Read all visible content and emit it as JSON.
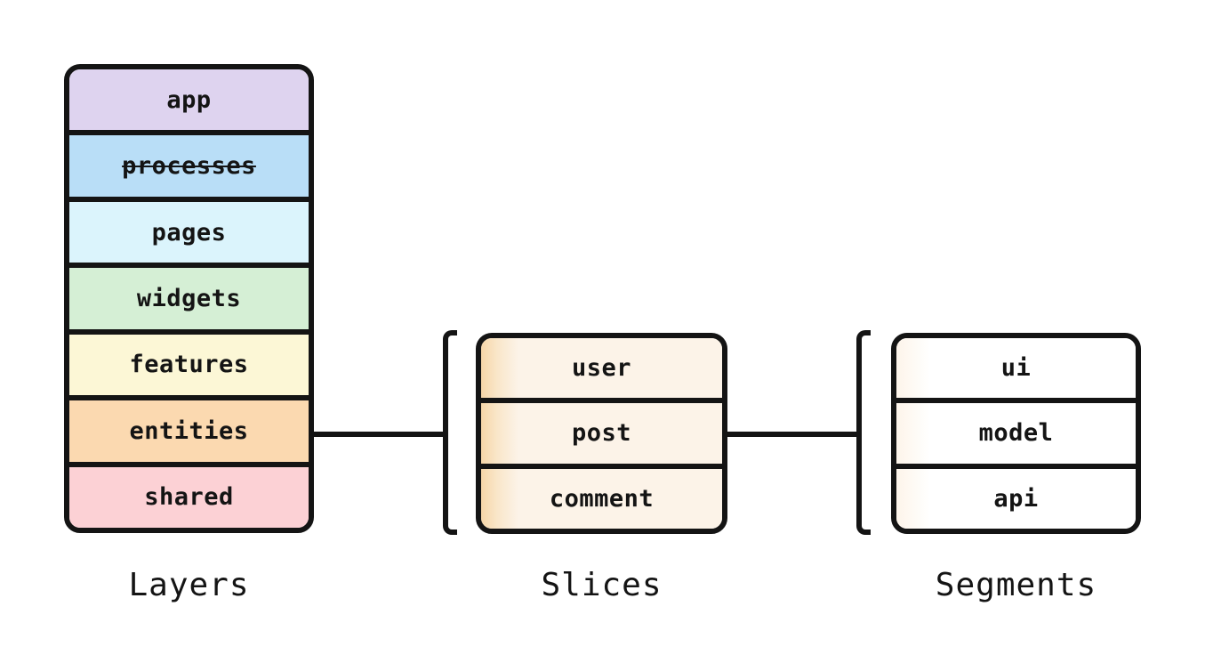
{
  "palette": {
    "ink": "#141414",
    "background": "#ffffff",
    "layer_app": "#ded3ef",
    "layer_processes": "#b9def7",
    "layer_pages": "#dbf4fc",
    "layer_widgets": "#d5efd5",
    "layer_features": "#fcf7d6",
    "layer_entities": "#fbd9b0",
    "layer_shared": "#fcd1d5",
    "slice_base": "#fcf3e8",
    "slice_strip": "#f6d6a8",
    "segment_base": "#ffffff",
    "segment_strip": "#fdf4ea"
  },
  "layers": {
    "label": "Layers",
    "items": [
      {
        "label": "app",
        "color": "#ded3ef",
        "strikethrough": false
      },
      {
        "label": "processes",
        "color": "#b9def7",
        "strikethrough": true
      },
      {
        "label": "pages",
        "color": "#dbf4fc",
        "strikethrough": false
      },
      {
        "label": "widgets",
        "color": "#d5efd5",
        "strikethrough": false
      },
      {
        "label": "features",
        "color": "#fcf7d6",
        "strikethrough": false
      },
      {
        "label": "entities",
        "color": "#fbd9b0",
        "strikethrough": false
      },
      {
        "label": "shared",
        "color": "#fcd1d5",
        "strikethrough": false
      }
    ]
  },
  "slices": {
    "label": "Slices",
    "items": [
      {
        "label": "user"
      },
      {
        "label": "post"
      },
      {
        "label": "comment"
      }
    ]
  },
  "segments": {
    "label": "Segments",
    "items": [
      {
        "label": "ui"
      },
      {
        "label": "model"
      },
      {
        "label": "api"
      }
    ]
  },
  "connections": [
    {
      "from": "entities",
      "to": "slices"
    },
    {
      "from": "slices",
      "to": "segments"
    }
  ]
}
